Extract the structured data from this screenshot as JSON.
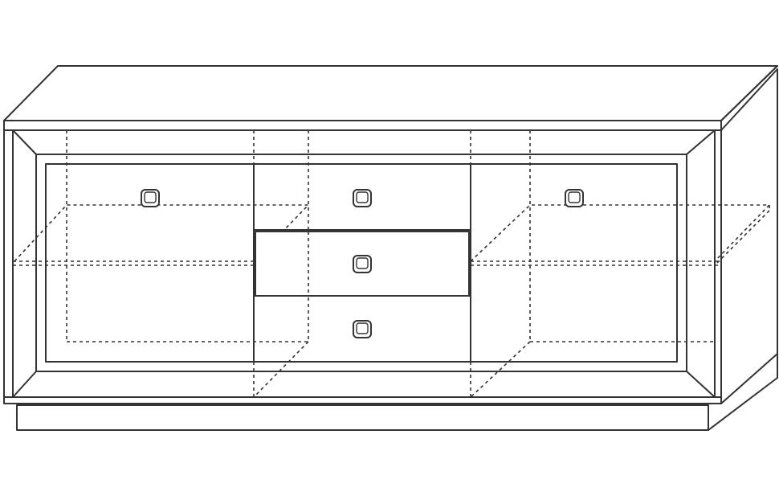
{
  "figure": {
    "subject": "sideboard-line-drawing",
    "colors": {
      "line": "#333333",
      "background": "#ffffff"
    },
    "elements": {
      "doors": 2,
      "drawers": 3,
      "knobs": 5,
      "hidden_shelves": 2
    }
  }
}
